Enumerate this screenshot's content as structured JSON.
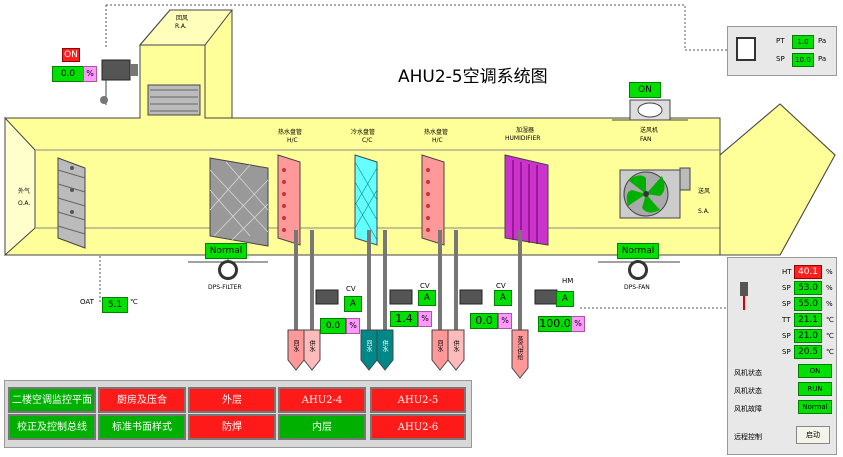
{
  "title": "AHU2-5空调系统图",
  "labels": {
    "return_air_cn": "回风",
    "return_air": "R.A.",
    "outside_air_cn": "外气",
    "outside_air": "O.A.",
    "supply_air_cn": "送风",
    "supply_air": "S.A.",
    "heating_coil_cn": "热水盘管",
    "heating_coil": "H/C",
    "cooling_coil_cn": "冷水盘管",
    "cooling_coil": "C/C",
    "heating_coil2_cn": "热水盘管",
    "heating_coil2": "H/C",
    "humidifier_cn": "加湿器",
    "humidifier": "HUMIDIFIER",
    "exhaust_fan_cn": "送风机",
    "fan": "FAN",
    "dps_filter": "DPS-FILTER",
    "dps_fan": "DPS-FAN",
    "oat": "OAT",
    "oat_unit": "℃",
    "cv1": "CV",
    "cv2": "CV",
    "cv3": "CV",
    "hm": "HM"
  },
  "damper": {
    "status": "ON",
    "value": "0.0",
    "unit": "%"
  },
  "filter_status": "Normal",
  "fan_dps_status": "Normal",
  "fan_status": "ON",
  "oat_value": "5.1",
  "valves": [
    {
      "mode": "A",
      "value": "0.0",
      "unit": "%"
    },
    {
      "mode": "A",
      "value": "1.4",
      "unit": "%"
    },
    {
      "mode": "A",
      "value": "0.0",
      "unit": "%"
    },
    {
      "mode": "A",
      "value": "100.0",
      "unit": "%"
    }
  ],
  "pressure_panel": {
    "pt_label": "PT",
    "pt_value": "1.0",
    "pt_unit": "Pa",
    "sp_label": "SP",
    "sp_value": "10.0",
    "sp_unit": "Pa"
  },
  "sensor_panel": {
    "rows": [
      {
        "label": "HT",
        "value": "40.1",
        "unit": "%",
        "alarm": true
      },
      {
        "label": "SP",
        "value": "53.0",
        "unit": "%",
        "alarm": false
      },
      {
        "label": "SP",
        "value": "55.0",
        "unit": "%",
        "alarm": false
      },
      {
        "label": "TT",
        "value": "21.1",
        "unit": "℃",
        "alarm": false
      },
      {
        "label": "SP",
        "value": "21.0",
        "unit": "℃",
        "alarm": false
      },
      {
        "label": "SP",
        "value": "20.5",
        "unit": "℃",
        "alarm": false
      }
    ],
    "status_rows": [
      {
        "label": "风机状态",
        "value": "ON"
      },
      {
        "label": "风机状态",
        "value": "RUN"
      },
      {
        "label": "风机故障",
        "value": "Normal"
      }
    ],
    "remote_label": "远程控制",
    "remote_button": "启动"
  },
  "pipe_labels": [
    "回水",
    "供水",
    "回水",
    "供水",
    "回水",
    "供水",
    "蒸汽供给"
  ],
  "nav": {
    "b1": "二楼空调监控平面",
    "b2": "厨房及压合",
    "b3": "外层",
    "b4": "AHU2-4",
    "b5": "AHU2-5",
    "b6": "校正及控制总线",
    "b7": "标准书面样式",
    "b8": "防焊",
    "b9": "内层",
    "b10": "AHU2-6"
  },
  "colors": {
    "duct": "#ffff99",
    "heating_coil": "#ff9999",
    "cooling_coil": "#66ffff",
    "humidifier": "#cc33cc",
    "value_green": "#00e000",
    "alarm_red": "#ff2020"
  }
}
